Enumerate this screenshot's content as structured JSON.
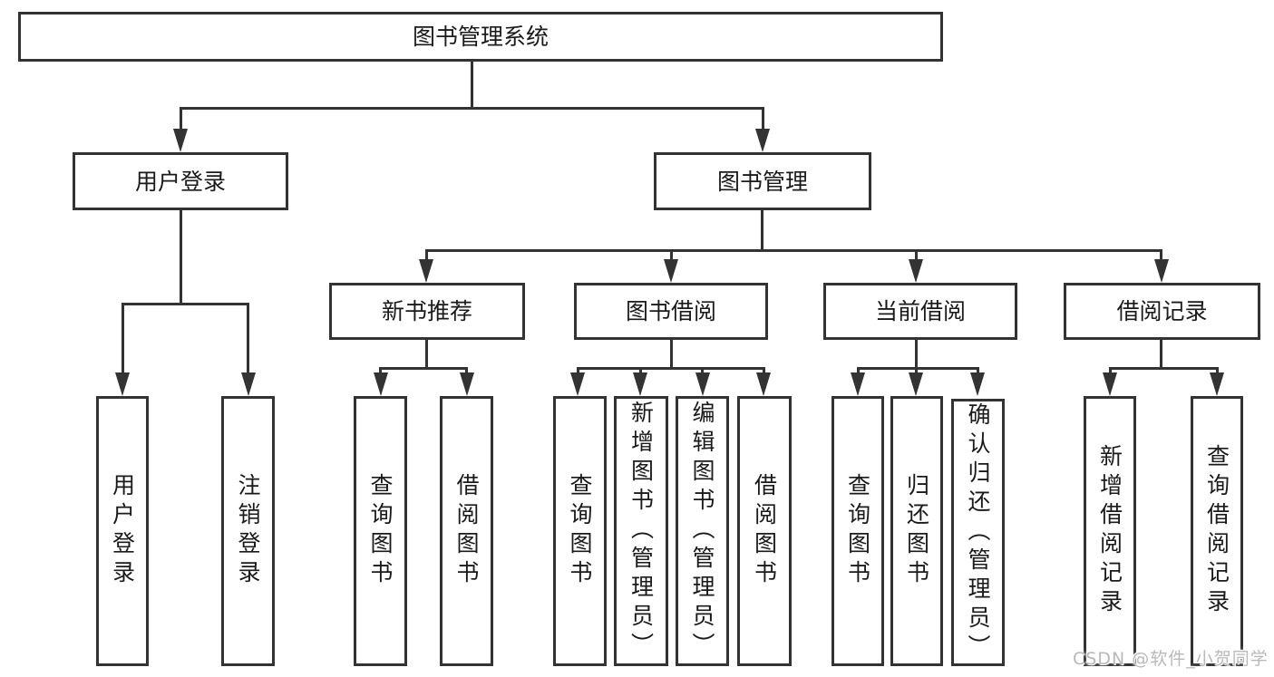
{
  "diagram": {
    "type": "org-tree",
    "title": "图书管理系统",
    "colors": {
      "line": "#333333",
      "box_border": "#333333",
      "text": "#1a1a1a",
      "background": "#ffffff",
      "watermark": "#b9b9b9"
    },
    "nodes": {
      "root": "图书管理系统",
      "user_login": "用户登录",
      "book_management": "图书管理",
      "new_book_recommend": "新书推荐",
      "book_borrow": "图书借阅",
      "current_borrow": "当前借阅",
      "borrow_records": "借阅记录",
      "user_login_children": [
        "用户登录",
        "注销登录"
      ],
      "new_book_children": [
        "查询图书",
        "借阅图书"
      ],
      "book_borrow_children": [
        "查询图书",
        "新增图书（管理员）",
        "编辑图书（管理员）",
        "借阅图书"
      ],
      "current_borrow_children": [
        "查询图书",
        "归还图书",
        "确认归还（管理员）"
      ],
      "borrow_records_children": [
        "新增借阅记录",
        "查询借阅记录"
      ]
    },
    "watermark": {
      "text": "CSDN @软件_小贺同学"
    }
  }
}
